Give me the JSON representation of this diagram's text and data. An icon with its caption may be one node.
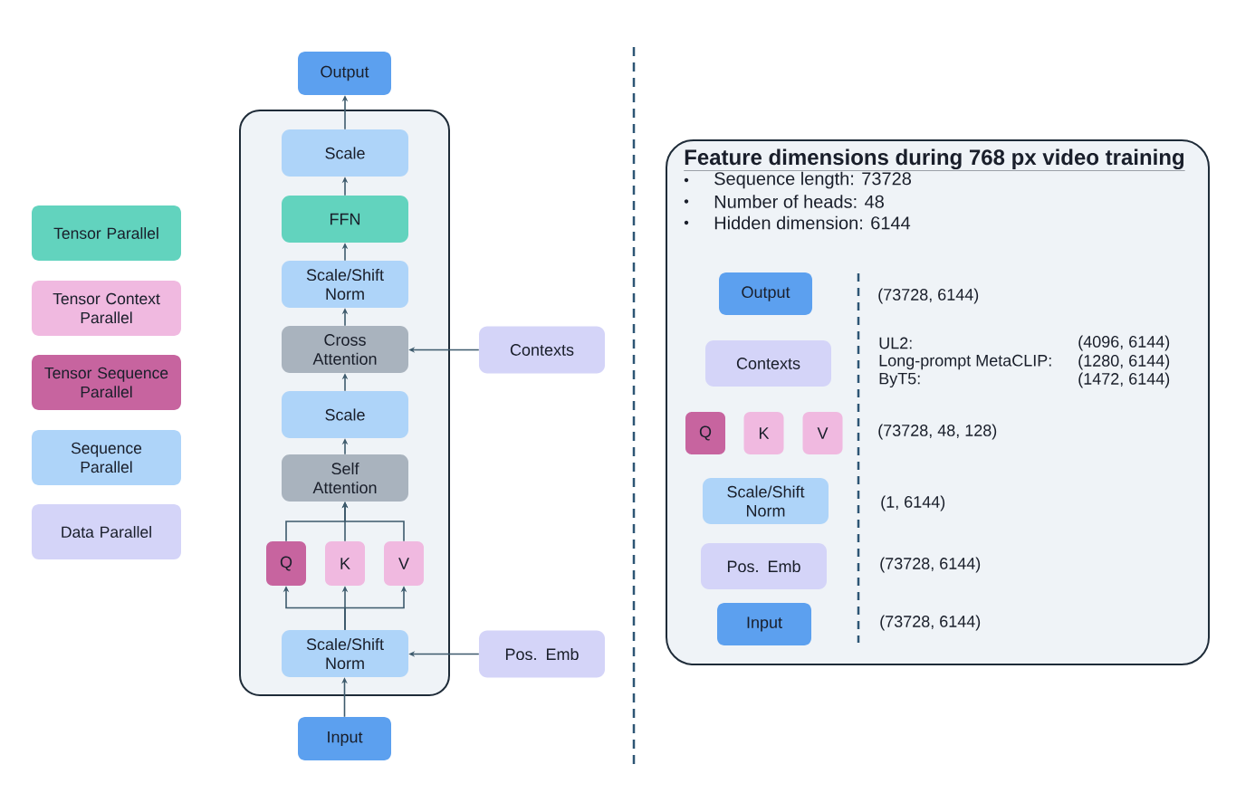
{
  "diagram": {
    "nodes": [
      {
        "text": [
          "Output"
        ]
      },
      {
        "text": [],
        "shape": "box"
      },
      {
        "text": [
          "Scale"
        ],
        "in": 1
      },
      {
        "text": [
          "FFN"
        ],
        "in": 1
      },
      {
        "text": [
          "Scale/Shift Norm"
        ],
        "in": 1
      },
      {
        "text": [
          "Cross Attention"
        ],
        "in": 1
      },
      {
        "text": [
          "Contexts"
        ]
      },
      {
        "text": [
          "Scale"
        ],
        "in": 1
      },
      {
        "text": [
          "Self Attention"
        ],
        "in": 1
      },
      {
        "text": [
          "Q"
        ],
        "in": 1
      },
      {
        "text": [
          "K"
        ],
        "in": 1
      },
      {
        "text": [
          "V"
        ],
        "in": 1
      },
      {
        "text": [
          "Scale/Shift Norm"
        ],
        "in": 1
      },
      {
        "text": [
          "Pos. Emb"
        ]
      },
      {
        "text": [
          "Input"
        ]
      },
      {
        "text": [
          "Feature dimensions during 768 px video training",
          "Sequence length: 73728",
          "Number of heads: 48",
          "Hidden dimension: 6144"
        ]
      },
      {
        "text": [
          "Output"
        ],
        "in": 15
      },
      {
        "text": [
          "Contexts"
        ],
        "in": 15
      },
      {
        "text": [
          "Q"
        ],
        "in": 15
      },
      {
        "text": [
          "K"
        ],
        "in": 15
      },
      {
        "text": [
          "V"
        ],
        "in": 15
      },
      {
        "text": [
          "Scale/Shift Norm"
        ],
        "in": 15
      },
      {
        "text": [
          "Pos. Emb"
        ],
        "in": 15
      },
      {
        "text": [
          "Input"
        ],
        "in": 15
      }
    ],
    "edges": [
      {
        "from": 2,
        "to": 0,
        "arrow": "to"
      },
      {
        "from": 3,
        "to": 2,
        "arrow": "to"
      },
      {
        "from": 4,
        "to": 3,
        "arrow": "to"
      },
      {
        "from": 5,
        "to": 4,
        "arrow": "to"
      },
      {
        "from": 6,
        "to": 5,
        "arrow": "to"
      },
      {
        "from": 7,
        "to": 5,
        "arrow": "to"
      },
      {
        "from": 8,
        "to": 7,
        "arrow": "to"
      },
      {
        "from": 9,
        "to": 8,
        "arrow": "to"
      },
      {
        "from": 10,
        "to": 8,
        "arrow": "to"
      },
      {
        "from": 11,
        "to": 8,
        "arrow": "to"
      },
      {
        "from": 12,
        "to": 9,
        "arrow": "to"
      },
      {
        "from": 12,
        "to": 10,
        "arrow": "to"
      },
      {
        "from": 12,
        "to": 11,
        "arrow": "to"
      },
      {
        "from": 13,
        "to": 12,
        "arrow": "to"
      },
      {
        "from": 14,
        "to": 12,
        "arrow": "to"
      }
    ],
    "labels": [
      "(73728, 6144)",
      "UL2:",
      "(4096, 6144)",
      "Long-prompt MetaCLIP:",
      "(1280, 6144)",
      "ByT5:",
      "(1472, 6144)",
      "(73728, 48, 128)",
      "(1, 6144)",
      "(73728, 6144)",
      "(73728, 6144)"
    ],
    "legend": [
      {
        "text": "Tensor Parallel",
        "color": "#62d3be"
      },
      {
        "text": "Tensor Context Parallel",
        "color": "#f0b9e0"
      },
      {
        "text": "Tensor Sequence Parallel",
        "color": "#c7649f"
      },
      {
        "text": "Sequence Parallel",
        "color": "#aed4f9"
      },
      {
        "text": "Data Parallel",
        "color": "#d4d4f8"
      }
    ]
  }
}
